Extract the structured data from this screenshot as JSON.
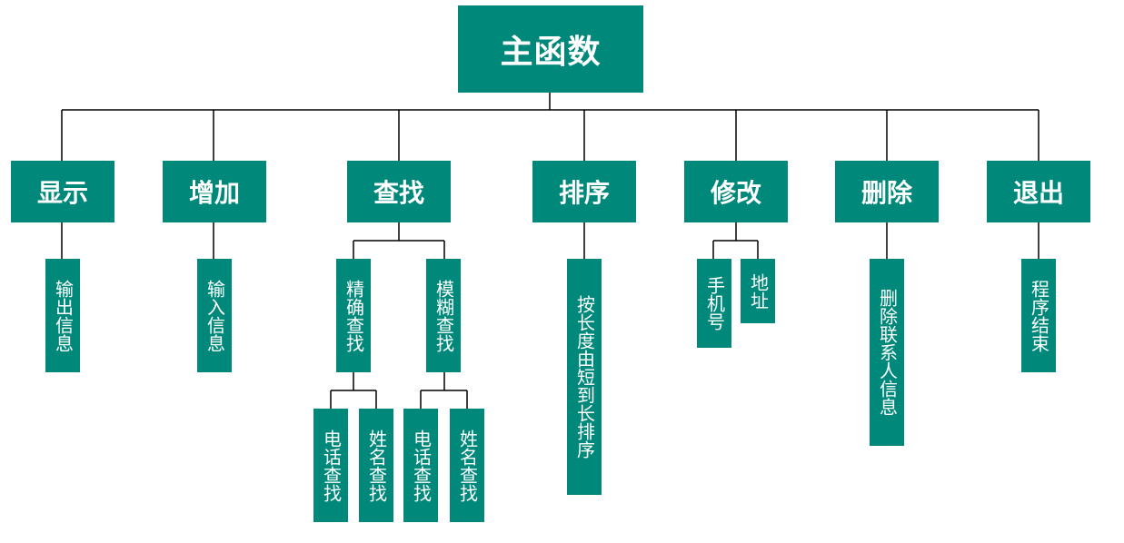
{
  "root": "主函数",
  "modules": [
    {
      "label": "显示",
      "children": [
        {
          "label": "输出信息"
        }
      ]
    },
    {
      "label": "增加",
      "children": [
        {
          "label": "输入信息"
        }
      ]
    },
    {
      "label": "查找",
      "children": [
        {
          "label": "精确查找",
          "children": [
            {
              "label": "电话查找"
            },
            {
              "label": "姓名查找"
            }
          ]
        },
        {
          "label": "模糊查找",
          "children": [
            {
              "label": "电话查找"
            },
            {
              "label": "姓名查找"
            }
          ]
        }
      ]
    },
    {
      "label": "排序",
      "children": [
        {
          "label": "按长度由短到长排序"
        }
      ]
    },
    {
      "label": "修改",
      "children": [
        {
          "label": "手机号"
        },
        {
          "label": "地址"
        }
      ]
    },
    {
      "label": "删除",
      "children": [
        {
          "label": "删除联系人信息"
        }
      ]
    },
    {
      "label": "退出",
      "children": [
        {
          "label": "程序结束"
        }
      ]
    }
  ],
  "colors": {
    "box": "#00897b",
    "text": "#ffffff",
    "line": "#000000"
  }
}
